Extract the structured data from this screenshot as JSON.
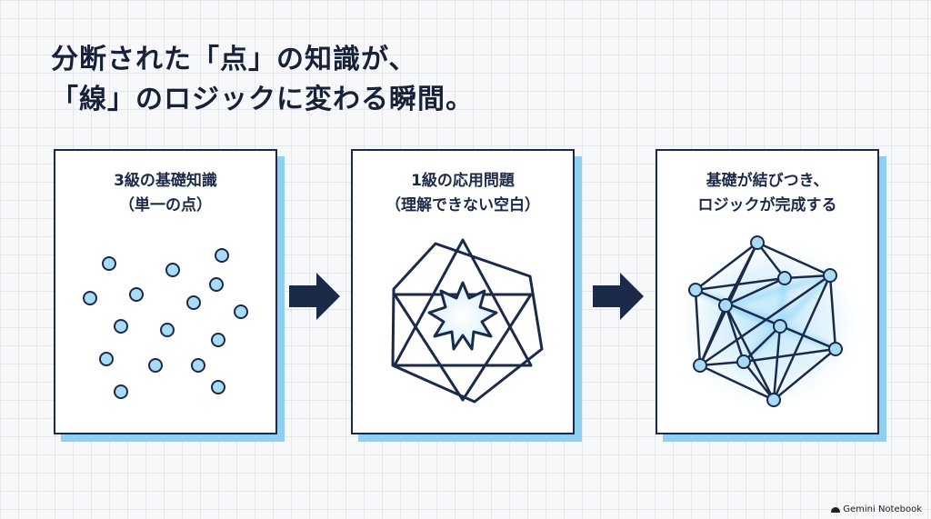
{
  "headline": {
    "line1": "分断された「点」の知識が、",
    "line2": "「線」のロジックに変わる瞬間。"
  },
  "panels": [
    {
      "title_line1": "3級の基礎知識",
      "title_line2": "（単一の点）"
    },
    {
      "title_line1": "1級の応用問題",
      "title_line2": "（理解できない空白）"
    },
    {
      "title_line1": "基礎が結びつき、",
      "title_line2": "ロジックが完成する"
    }
  ],
  "brand": {
    "label": "Gemini Notebook",
    "icon": "gemini-notebook-icon"
  },
  "colors": {
    "navy": "#1c2a4a",
    "dot_fill": "#a9dbf5",
    "panel_shadow": "#8fd0f2",
    "glow": "#7fd0f5",
    "star_glow": "#bfe6fa"
  }
}
